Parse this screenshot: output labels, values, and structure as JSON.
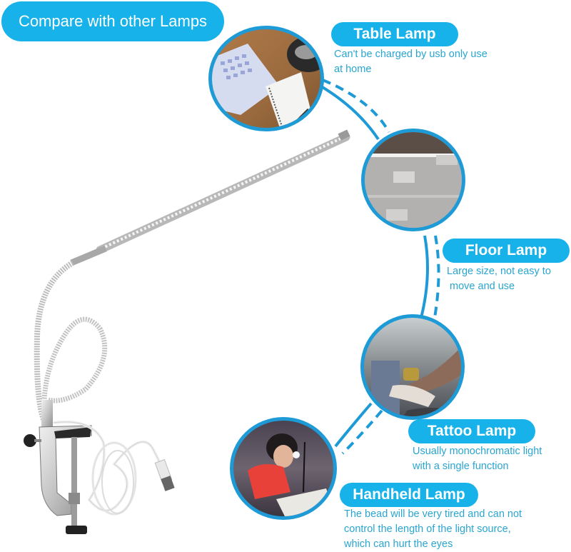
{
  "header": {
    "title": "Compare with other Lamps"
  },
  "colors": {
    "accent": "#17b2ea",
    "text_accent": "#2aa5cf",
    "ring": "#1e9bd7"
  },
  "comparisons": [
    {
      "label": "Table Lamp",
      "description_lines": [
        "Can't be charged by usb only use",
        "at home"
      ],
      "image": "laptop-notebook-desk-photo"
    },
    {
      "label": "Floor Lamp",
      "description_lines": [
        "Large size, not easy to",
        " move and use"
      ],
      "image": "floor-lamp-shelf-photo"
    },
    {
      "label": "Tattoo Lamp",
      "description_lines": [
        "Usually monochromatic light",
        "with a single function"
      ],
      "image": "tattoo-artist-photo"
    },
    {
      "label": "Handheld Lamp",
      "description_lines": [
        "The bead will be very tired and can not",
        "control the length of the light source,",
        "which can hurt the eyes"
      ],
      "image": "boy-reading-headlamp-photo"
    }
  ],
  "product": {
    "name": "usb-clamp-led-desk-lamp",
    "image": "gooseneck-led-lamp-with-clamp-and-usb-cable"
  }
}
